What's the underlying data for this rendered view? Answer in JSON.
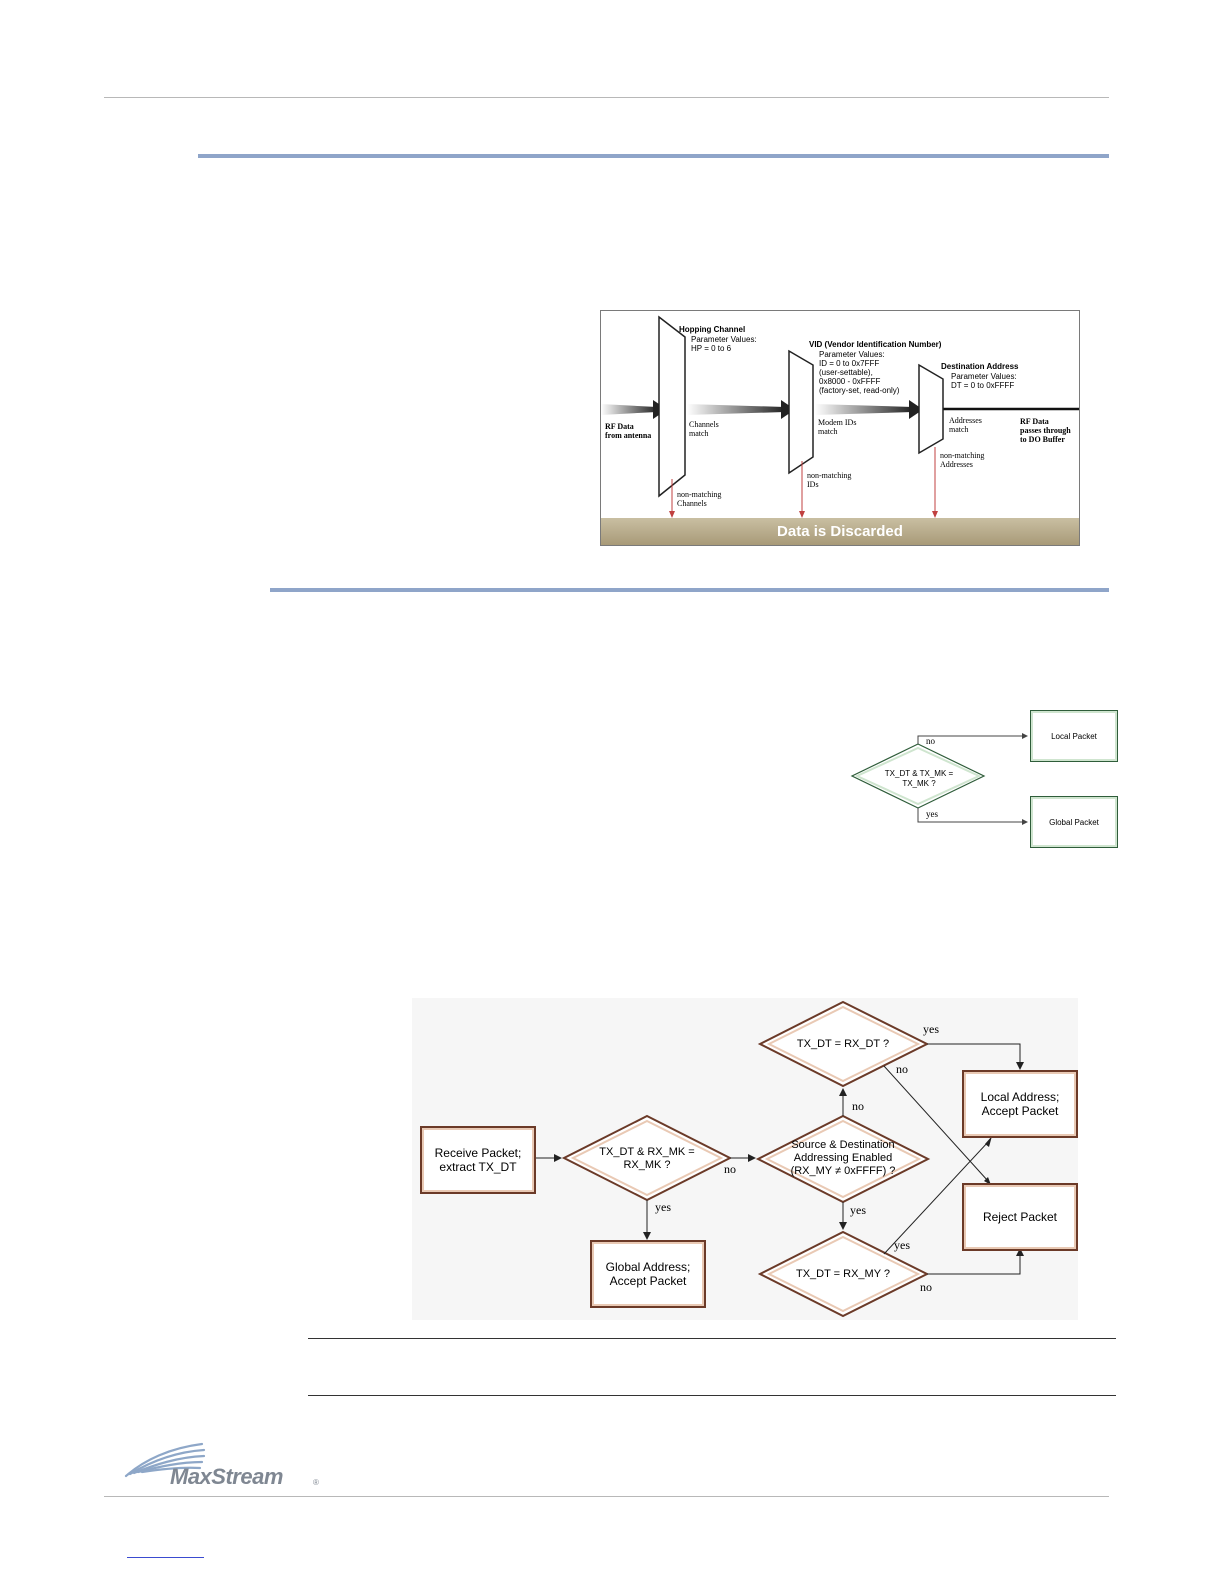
{
  "diagram1": {
    "hopping_title": "Hopping Channel",
    "hopping_params": "Parameter Values:\nHP = 0 to 6",
    "vid_title": "VID (Vendor Identification Number)",
    "vid_params": "Parameter Values:\nID = 0 to 0x7FFF\n(user-settable),\n0x8000 - 0xFFFF\n(factory-set, read-only)",
    "dest_title": "Destination Address",
    "dest_params": "Parameter Values:\nDT = 0 to 0xFFFF",
    "rf_in": "RF Data\nfrom antenna",
    "channels_match": "Channels\nmatch",
    "modem_ids_match": "Modem IDs\nmatch",
    "addresses_match": "Addresses\nmatch",
    "rf_out": "RF Data\npasses through\nto DO Buffer",
    "nm_channels": "non-matching\nChannels",
    "nm_ids": "non-matching\nIDs",
    "nm_addresses": "non-matching\nAddresses",
    "discarded": "Data is Discarded"
  },
  "diagram2": {
    "decision": "TX_DT & TX_MK =\nTX_MK ?",
    "no_label": "no",
    "yes_label": "yes",
    "local_packet": "Local Packet",
    "global_packet": "Global Packet"
  },
  "diagram3": {
    "receive": "Receive Packet;\nextract TX_DT",
    "mask_decision": "TX_DT & RX_MK =\nRX_MK ?",
    "global_accept": "Global Address;\nAccept Packet",
    "source_dest": "Source & Destination\nAddressing Enabled\n(RX_MY ≠ 0xFFFF) ?",
    "dt_decision": "TX_DT = RX_DT ?",
    "my_decision": "TX_DT = RX_MY ?",
    "local_accept": "Local Address;\nAccept Packet",
    "reject": "Reject Packet",
    "yes": "yes",
    "no": "no"
  },
  "footer": {
    "logo": "MaxStream",
    "registered": "®"
  }
}
